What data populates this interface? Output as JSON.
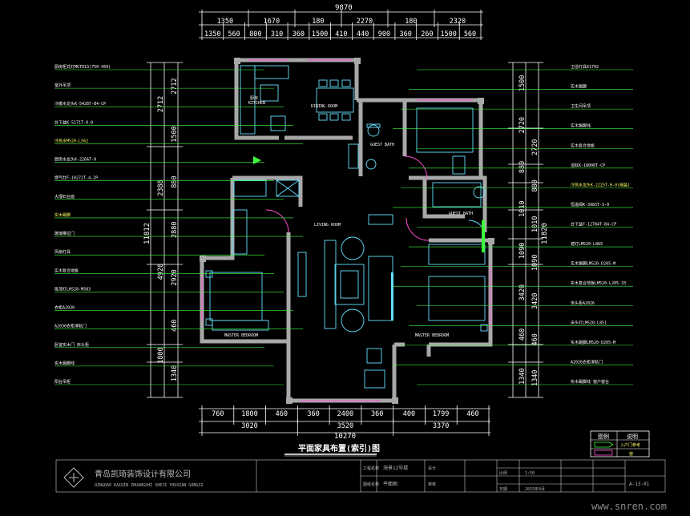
{
  "dims": {
    "top_total": "9870",
    "top_row1": [
      "1350",
      "1670",
      "180",
      "2270",
      "180",
      "2320"
    ],
    "top_row2": [
      "1350",
      "560",
      "800",
      "310",
      "360",
      "1500",
      "410",
      "440",
      "900",
      "360",
      "260",
      "1500",
      "560"
    ],
    "bottom_row1": [
      "760",
      "1800",
      "460",
      "360",
      "2400",
      "360",
      "400",
      "1799",
      "460"
    ],
    "bottom_row2": [
      "3020",
      "3520",
      "3370"
    ],
    "bottom_total": "10270",
    "left_outer": [
      "2712",
      "2388",
      "4920",
      "1800"
    ],
    "left_inner": [
      "2712",
      "1500",
      "880",
      "2880",
      "2920",
      "460",
      "1340"
    ],
    "left_total": "11812",
    "right_inner": [
      "1500",
      "2720",
      "880",
      "1010",
      "1090",
      "3420",
      "460",
      "1340"
    ],
    "right_inner2": [
      "2720",
      "880",
      "1010",
      "1090",
      "3420",
      "460",
      "1340"
    ],
    "right_total": "11820"
  },
  "rooms": {
    "kitchen": "KITCHEN",
    "dining": "DINING ROOM",
    "guest_bath_top": "GUEST BATH",
    "guest_bath": "GUEST BATH",
    "living": "LIVING ROOM",
    "master_left": "MASTER BEDROOM",
    "master_right": "MASTER BEDROOM",
    "kitchen_prefix": "厨房"
  },
  "left_notes": [
    "厨房柜式灯MGT013(750-450)",
    "室外吊顶",
    "冷暖水龙头K-5428T-B4-CP",
    "台下盆K-5171T-0-0",
    "冷热水M520-L562",
    "厨房水龙头K-226AT-0",
    "燃气灶F-10272T-4-2P",
    "大理石台面",
    "实木踢脚",
    "玻璃推拉门",
    "风扇灯具",
    "实木复合地板",
    "吸顶灯LH528-M583",
    "衣柜A2030",
    "A2030衣柜滑轨门",
    "卧室实木门 床头柜",
    "实木踢脚线",
    "阳台吊柜"
  ],
  "right_notes": [
    "卫浴灯具K1792",
    "实木踢脚",
    "卫生间吊顶",
    "实木踢脚线",
    "实木复合地板",
    "浴缸K-18000T-CP",
    "冷热水龙头K-2225T-H-0(暗装)",
    "恒温阀K-3983T-S-0",
    "台下盆F-12784T-B4-CP",
    "镜灯LM520-L865",
    "实木踢脚LM520-D205-M",
    "实木复合地板LM520-L205-33",
    "床头柜A2026",
    "床头灯LM520-L851",
    "实木踢脚LM520-D205-M",
    "A2026衣柜滑轨门",
    "实木踢脚线 窗户窗台"
  ],
  "title": "平面家具布置(索引)图",
  "company": {
    "name_cn": "青岛凯琦装饰设计有限公司",
    "name_en": "QINGDAO KAIQIN ZHUANGSHI SHEJI YOUXIAN GONGSI"
  },
  "title_block": {
    "project_label": "工程名称",
    "project_value": "海景12号楼",
    "drawing_label": "图纸名称",
    "drawing_value": "平面图",
    "design_label": "设计",
    "check_label": "审核",
    "scale_label": "比例",
    "scale_value": "1:50",
    "date_label": "日期",
    "date_value": "2015年4月",
    "sheet_no": "A-13-01"
  },
  "legend": {
    "header_symbol": "图例",
    "header_desc": "说明",
    "row1": "入户门参考",
    "row2": "窗"
  },
  "watermark": "www.snren.com",
  "colors": {
    "background": "#000000",
    "wall": "#a8a8a8",
    "dimension": "#ffffff",
    "leader": "#3cff3c",
    "furniture": "#66e0ff",
    "accent": "#ff4fd2"
  }
}
